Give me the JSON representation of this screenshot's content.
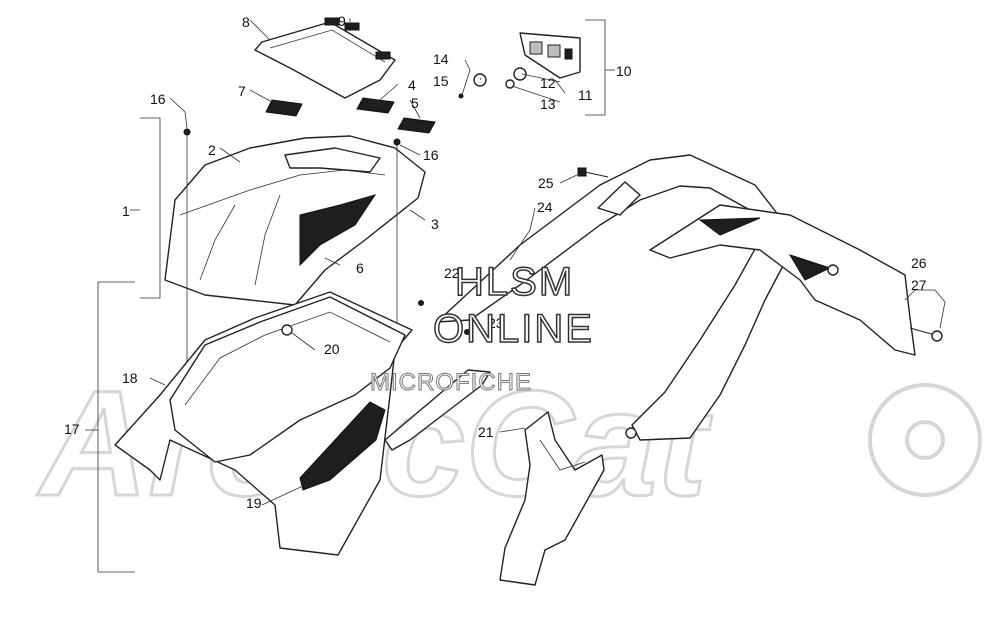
{
  "watermark": {
    "line1": "HLSM",
    "line2": "ONLINE",
    "line3": "MICROFICHE",
    "background_mark": "ArcticCat"
  },
  "callouts": {
    "c1": "1",
    "c2": "2",
    "c3": "3",
    "c4": "4",
    "c5": "5",
    "c6": "6",
    "c7": "7",
    "c8": "8",
    "c9": "9",
    "c10": "10",
    "c11": "11",
    "c12": "12",
    "c13": "13",
    "c14": "14",
    "c15": "15",
    "c16a": "16",
    "c16b": "16",
    "c17": "17",
    "c18": "18",
    "c19": "19",
    "c20": "20",
    "c21": "21",
    "c22": "22",
    "c23": "23",
    "c24": "24",
    "c25": "25",
    "c26": "26",
    "c27": "27"
  },
  "colors": {
    "line": "#222222",
    "watermark_bg": "#d6d6d6",
    "fill": "#ffffff"
  }
}
